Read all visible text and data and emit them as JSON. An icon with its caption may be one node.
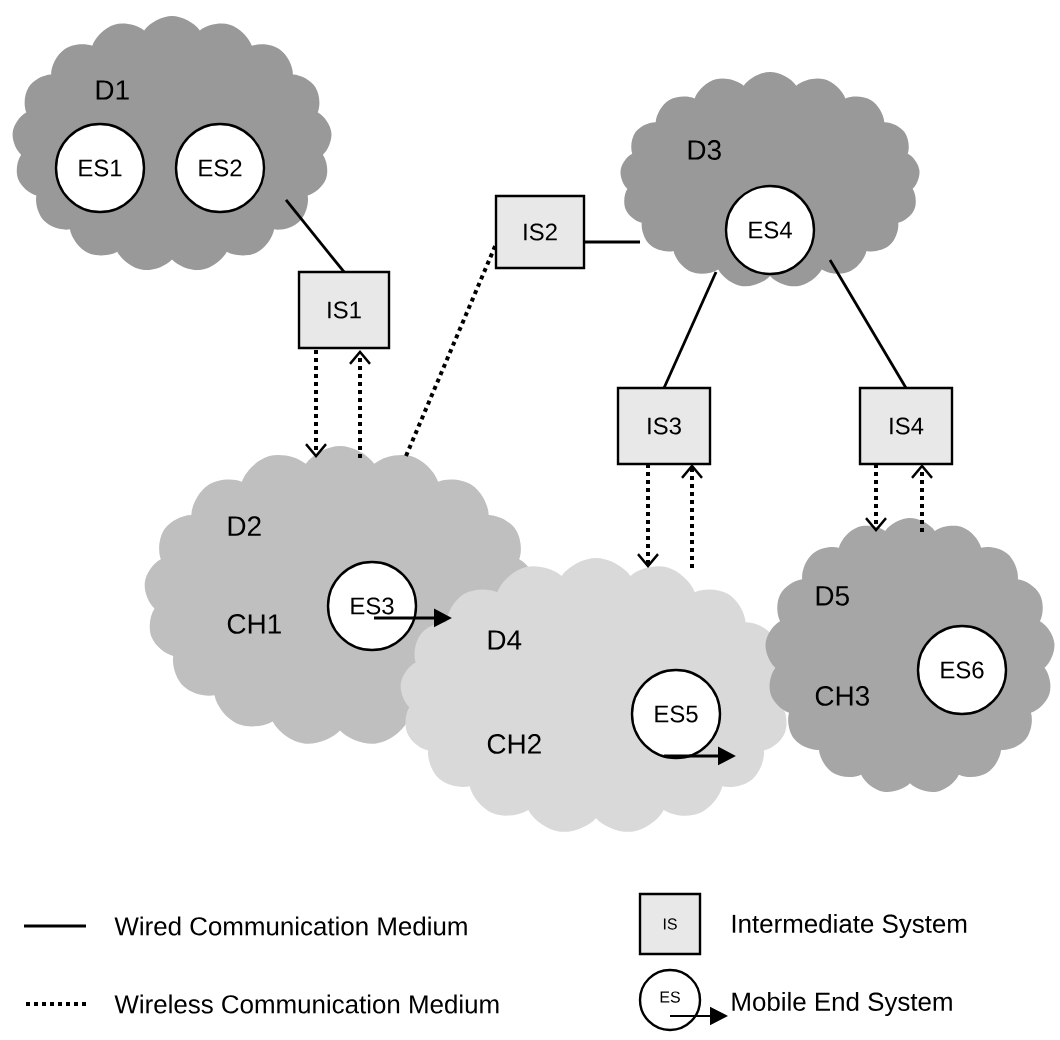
{
  "diagram": {
    "nodes": [
      {
        "text": [
          "D1"
        ]
      },
      {
        "text": [
          "ES1"
        ],
        "in": 0
      },
      {
        "text": [
          "ES2"
        ],
        "in": 0
      },
      {
        "text": [
          "IS1"
        ]
      },
      {
        "text": [
          "IS2"
        ]
      },
      {
        "text": [
          "D3"
        ]
      },
      {
        "text": [
          "ES4"
        ],
        "in": 5
      },
      {
        "text": [
          "IS3"
        ]
      },
      {
        "text": [
          "IS4"
        ]
      },
      {
        "text": [
          "D2",
          "CH1"
        ]
      },
      {
        "text": [
          "ES3"
        ],
        "in": 9
      },
      {
        "text": [
          "D4",
          "CH2"
        ]
      },
      {
        "text": [
          "ES5"
        ],
        "in": 11
      },
      {
        "text": [
          "D5",
          "CH3"
        ]
      },
      {
        "text": [
          "ES6"
        ],
        "in": 13
      }
    ],
    "edges": [
      {
        "from": 0,
        "to": 3,
        "arrow": "none"
      },
      {
        "from": 3,
        "to": 9,
        "arrow": "to",
        "style": "dashed"
      },
      {
        "from": 9,
        "to": 3,
        "arrow": "to",
        "style": "dashed"
      },
      {
        "from": 9,
        "to": 4,
        "arrow": "none",
        "style": "dashed"
      },
      {
        "from": 4,
        "to": 5,
        "arrow": "none"
      },
      {
        "from": 5,
        "to": 7,
        "arrow": "none"
      },
      {
        "from": 5,
        "to": 8,
        "arrow": "none"
      },
      {
        "from": 7,
        "to": 11,
        "arrow": "to",
        "style": "dashed"
      },
      {
        "from": 11,
        "to": 7,
        "arrow": "to",
        "style": "dashed"
      },
      {
        "from": 8,
        "to": 13,
        "arrow": "to",
        "style": "dashed"
      },
      {
        "from": 13,
        "to": 8,
        "arrow": "to",
        "style": "dashed"
      },
      {
        "from": 10,
        "to": 11,
        "arrow": "to"
      },
      {
        "from": 12,
        "to": null,
        "arrow": "to"
      }
    ],
    "labels": [
      "IS",
      "ES"
    ],
    "legend": [
      {
        "text": "Wired Communication Medium"
      },
      {
        "text": "Wireless Communication Medium"
      },
      {
        "text": "Intermediate System"
      },
      {
        "text": "Mobile End System"
      }
    ]
  }
}
